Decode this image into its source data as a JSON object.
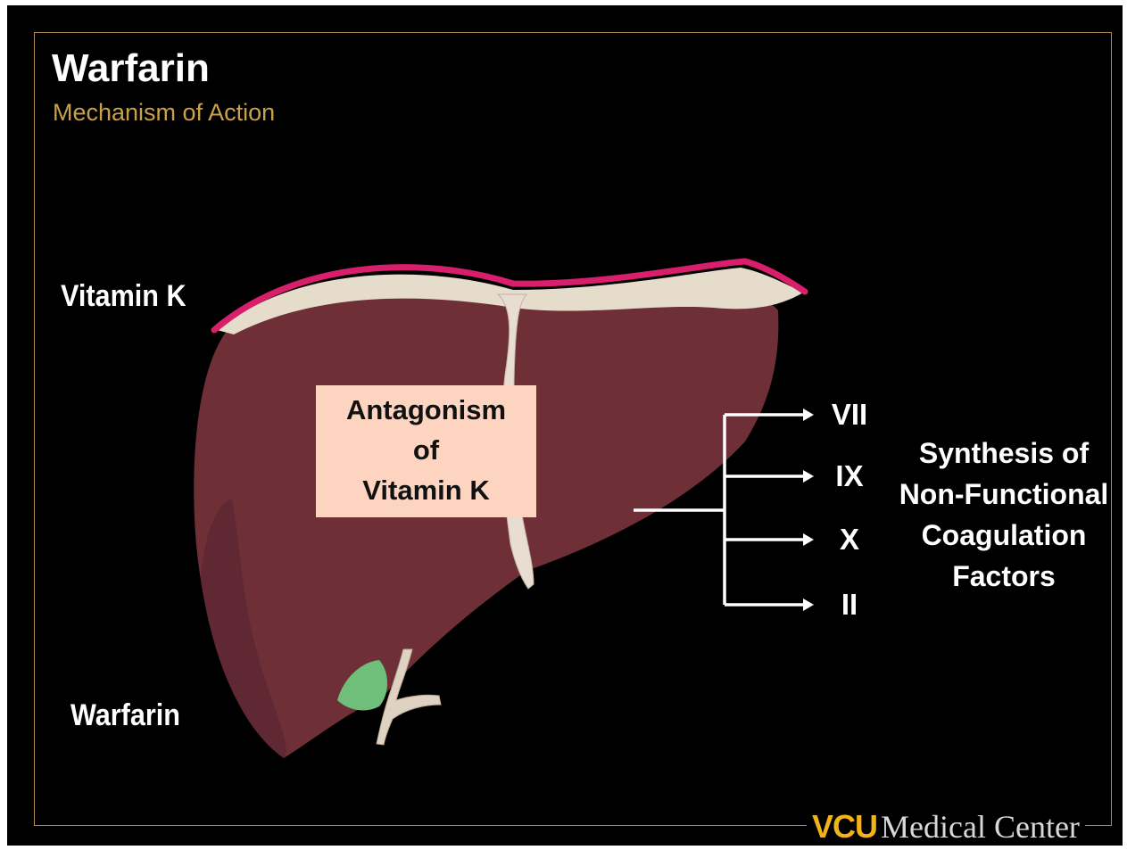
{
  "title": "Warfarin",
  "subtitle": "Mechanism of Action",
  "labels": {
    "vitamin_k": "Vitamin K",
    "warfarin": "Warfarin"
  },
  "antagonism": [
    "Antagonism",
    "of",
    "Vitamin K"
  ],
  "factors": [
    "VII",
    "IX",
    "X",
    "II"
  ],
  "synthesis": [
    "Synthesis of",
    "Non-Functional",
    "Coagulation",
    "Factors"
  ],
  "logo": {
    "brand": "VCU",
    "name": "Medical Center"
  },
  "colors": {
    "background": "#000000",
    "frame": "#b08a52",
    "subtitle": "#c9a14a",
    "liver": "#6e2f36",
    "capsule": "#d81f6b",
    "gallbladder": "#6fbf7a",
    "box": "#fdd4c0",
    "logo_brand": "#f2b31a"
  }
}
